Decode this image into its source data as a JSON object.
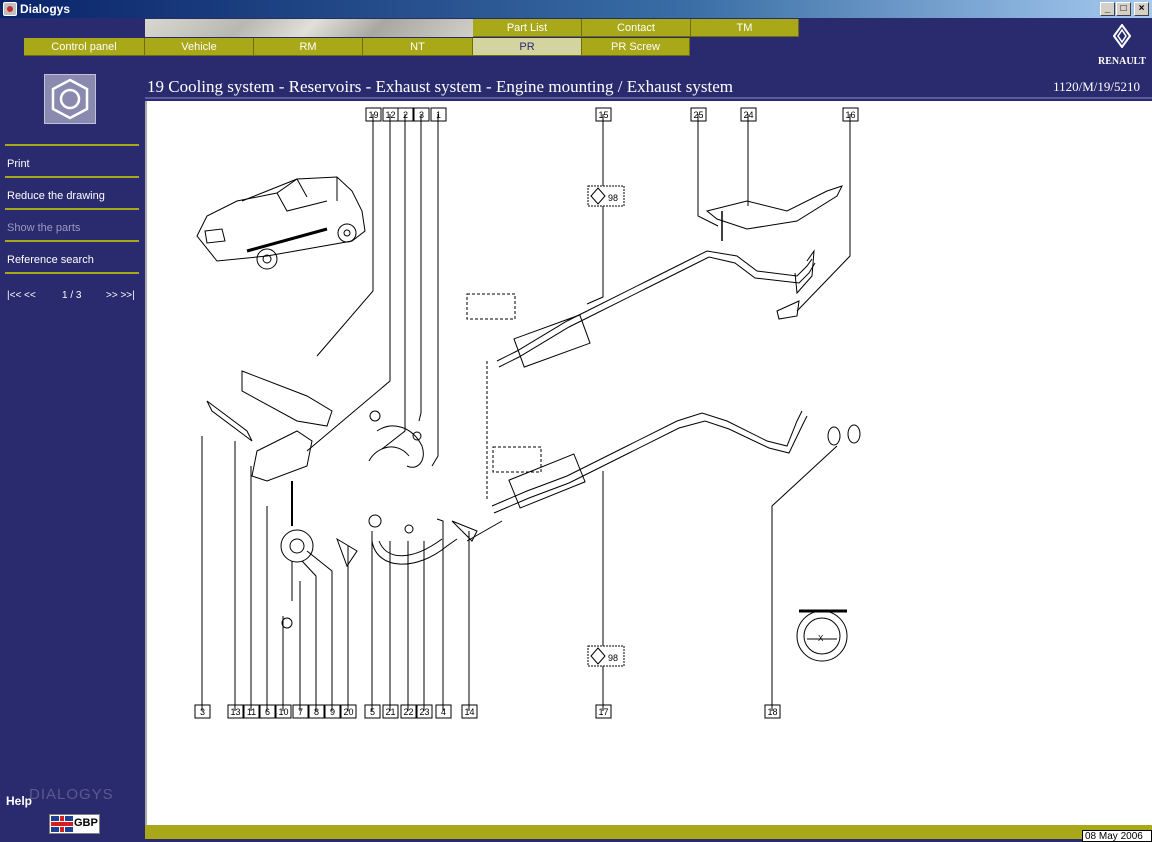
{
  "window": {
    "title": "Dialogys"
  },
  "nav": {
    "top": [
      {
        "label": "Part List"
      },
      {
        "label": "Contact"
      },
      {
        "label": "TM"
      }
    ],
    "bottom": [
      {
        "label": "Control panel"
      },
      {
        "label": "Vehicle"
      },
      {
        "label": "RM"
      },
      {
        "label": "NT"
      },
      {
        "label": "PR"
      },
      {
        "label": "PR Screw"
      }
    ]
  },
  "brand": {
    "name": "RENAULT"
  },
  "sidebar": {
    "items": [
      {
        "label": "Print"
      },
      {
        "label": "Reduce the drawing"
      },
      {
        "label": "Show the parts"
      },
      {
        "label": "Reference search"
      }
    ],
    "pager": {
      "first": "|<< <<",
      "page": "1 / 3",
      "next": ">> >>|"
    },
    "help": "Help",
    "watermark": "DIALOGYS",
    "language": "GBP"
  },
  "main": {
    "title": "19 Cooling system - Reservoirs - Exhaust system - Engine mounting / Exhaust system",
    "reference": "1120/M/19/5210",
    "date": "08 May 2006"
  },
  "drawing": {
    "top_refs": [
      "19",
      "12",
      "2",
      "3",
      "1",
      "15",
      "25",
      "24",
      "16"
    ],
    "bottom_refs": [
      "3",
      "13",
      "11",
      "6",
      "10",
      "7",
      "8",
      "9",
      "20",
      "5",
      "21",
      "22",
      "23",
      "4",
      "14",
      "17",
      "18"
    ],
    "markers": [
      "98",
      "98"
    ],
    "dimension_label": "X"
  }
}
